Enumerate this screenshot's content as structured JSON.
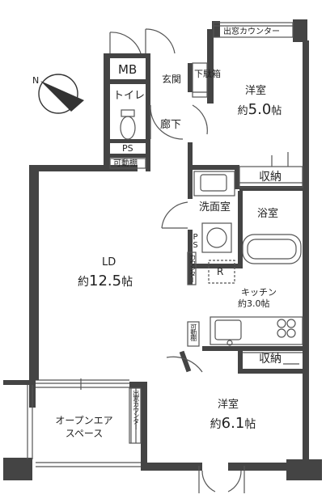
{
  "rooms": {
    "ld": {
      "name": "LD",
      "area_prefix": "約",
      "area_num": "12.5",
      "area_unit": "帖"
    },
    "western1": {
      "name": "洋室",
      "area_prefix": "約",
      "area_num": "5.0",
      "area_unit": "帖"
    },
    "western2": {
      "name": "洋室",
      "area_prefix": "約",
      "area_num": "6.1",
      "area_unit": "帖"
    },
    "kitchen": {
      "name": "キッチン",
      "area": "約3.0帖"
    },
    "entrance": "玄関",
    "toilet": "トイレ",
    "hallway": "廊下",
    "washroom": "洗面室",
    "bathroom": "浴室",
    "balcony_line1": "オープンエア",
    "balcony_line2": "スペース"
  },
  "fixtures": {
    "mb": "MB",
    "shoe_box": "下駄箱",
    "ps_toilet": "PS",
    "ps_wash": "PS",
    "shelf_movable": "可動棚",
    "shelf_kitchen": "可動棚",
    "storage1": "収納",
    "storage2": "収納",
    "window_counter_top": "出窓カウンター",
    "window_counter_left": "出窓カウンター",
    "counter_small": "カウンター",
    "fridge_mark": "R"
  },
  "compass": {
    "label": "N"
  }
}
